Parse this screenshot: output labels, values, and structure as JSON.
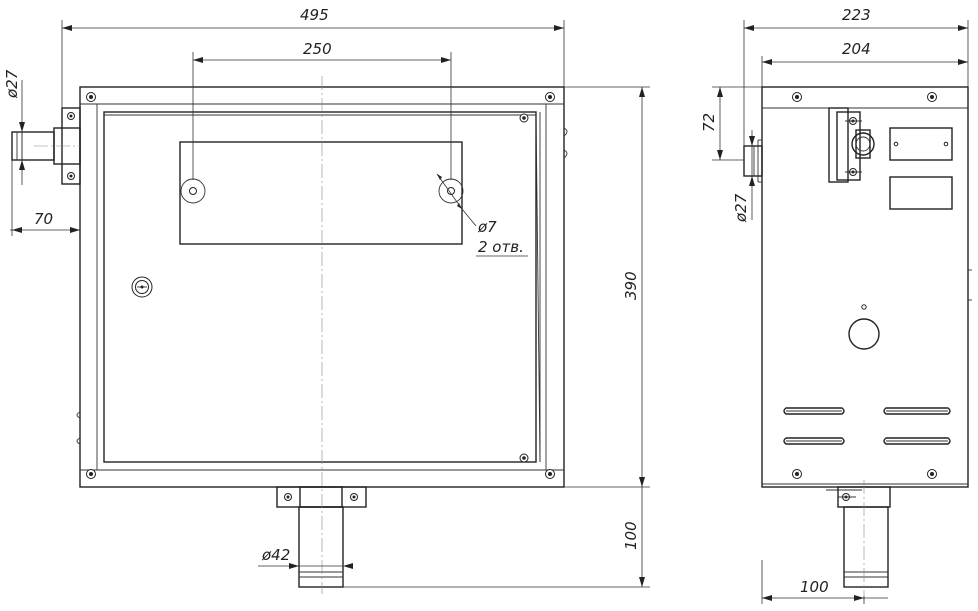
{
  "dimensions": {
    "overall_width_front": "495",
    "hole_spacing": "250",
    "pipe_side_diameter": "ø27",
    "pipe_side_offset": "70",
    "hole_diameter": "ø7",
    "hole_count": "2 отв.",
    "overall_height": "390",
    "pipe_bottom_length": "100",
    "pipe_bottom_diameter": "ø42",
    "overall_depth": "223",
    "body_depth": "204",
    "side_pipe_height": "72",
    "side_pipe_diameter": "ø27",
    "side_pipe_bottom_offset": "100"
  },
  "colors": {
    "line": "#222222",
    "center_line": "#888888",
    "background": "#ffffff"
  }
}
